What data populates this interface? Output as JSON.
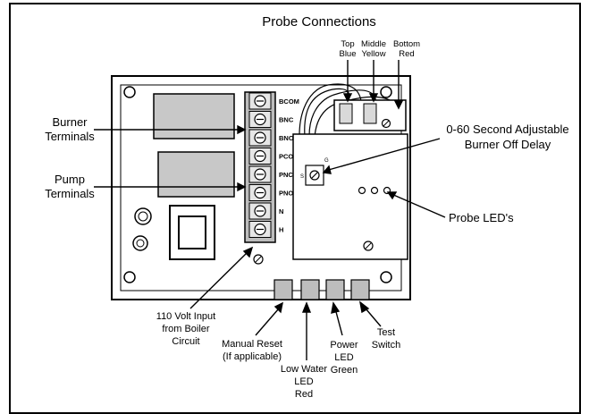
{
  "title": "Probe Connections",
  "probes": [
    {
      "position": "Top",
      "color": "Blue"
    },
    {
      "position": "Middle",
      "color": "Yellow"
    },
    {
      "position": "Bottom",
      "color": "Red"
    }
  ],
  "terminal_labels": [
    "BCOM",
    "BNC",
    "BNO",
    "PCOM",
    "PNC",
    "PNO",
    "N",
    "H"
  ],
  "callouts": {
    "burner_terminals": [
      "Burner",
      "Terminals"
    ],
    "pump_terminals": [
      "Pump",
      "Terminals"
    ],
    "delay": [
      "0-60 Second Adjustable",
      "Burner Off Delay"
    ],
    "probe_leds": "Probe LED's",
    "input": [
      "110 Volt Input",
      "from Boiler",
      "Circuit"
    ],
    "manual_reset": [
      "Manual Reset",
      "(If applicable)"
    ],
    "low_water": [
      "Low Water",
      "LED",
      "Red"
    ],
    "power": [
      "Power",
      "LED",
      "Green"
    ],
    "test": [
      "Test",
      "Switch"
    ]
  },
  "pot_marks": {
    "left": "S",
    "right": "G"
  }
}
